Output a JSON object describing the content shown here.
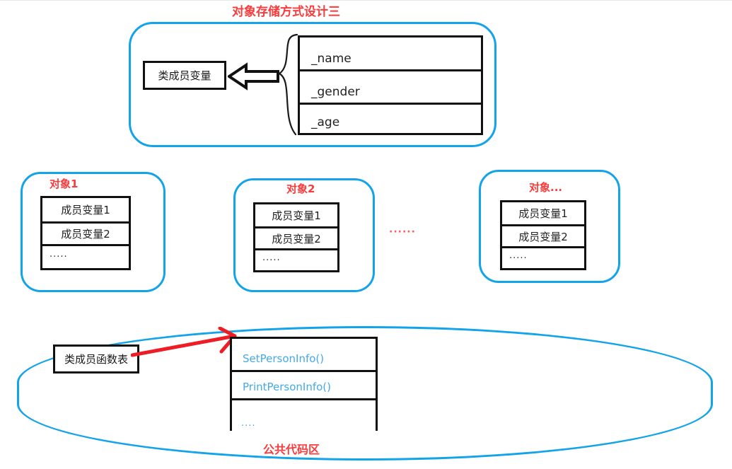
{
  "diagram": {
    "title": "对象存储方式设计三",
    "colors": {
      "accent_blue": "#12a3e8",
      "label_red": "#fb3b3b",
      "code_blue": "#44aae8",
      "outline_black": "#111111"
    }
  },
  "top_section": {
    "title": "对象存储方式设计三",
    "class_member_var_label": "类成员变量",
    "attributes": [
      {
        "name": "_name"
      },
      {
        "name": "_gender"
      },
      {
        "name": "_age"
      }
    ]
  },
  "objects_row": {
    "ellipsis_between": "······",
    "cards": [
      {
        "title": "对象1",
        "rows": [
          "成员变量1",
          "成员变量2",
          "·····"
        ]
      },
      {
        "title": "对象2",
        "rows": [
          "成员变量1",
          "成员变量2",
          "·····"
        ]
      },
      {
        "title": "对象...",
        "rows": [
          "成员变量1",
          "成员变量2",
          "·····"
        ]
      }
    ]
  },
  "bottom_section": {
    "title": "公共代码区",
    "func_table_label": "类成员函数表",
    "functions": [
      "SetPersonInfo()",
      "PrintPersonInfo()",
      "...."
    ]
  }
}
